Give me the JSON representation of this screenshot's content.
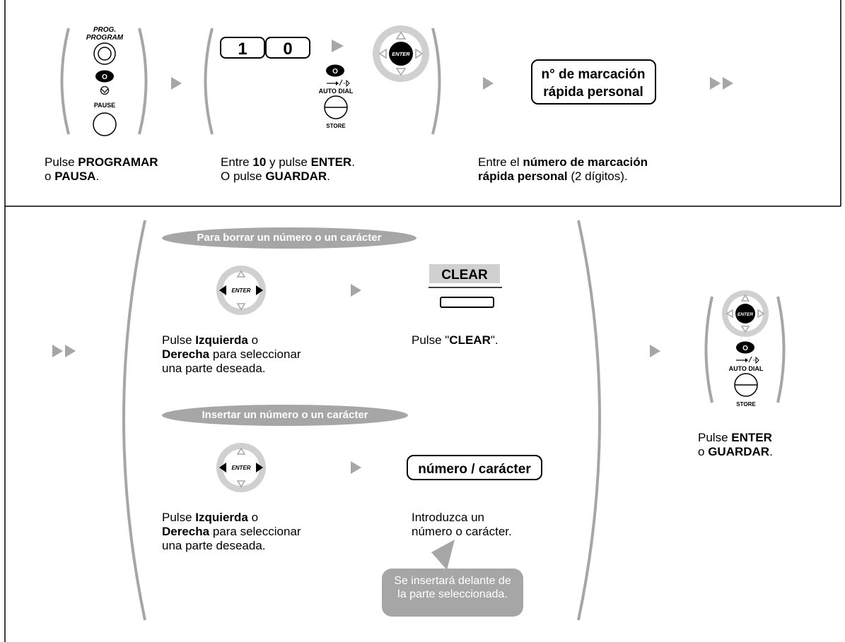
{
  "step1": {
    "key_label_prog": "PROG.",
    "key_label_program": "PROGRAM",
    "key_label_o": "O",
    "key_label_pause": "PAUSE",
    "caption_prefix": "Pulse ",
    "caption_bold1": "PROGRAMAR",
    "caption_mid": "o ",
    "caption_bold2": "PAUSA",
    "caption_end": "."
  },
  "step2": {
    "digit1": "1",
    "digit2": "0",
    "key_label_o": "O",
    "auto_dial_label": "AUTO DIAL",
    "store_label": "STORE",
    "enter_label": "ENTER",
    "caption_line1_prefix": "Entre ",
    "caption_line1_bold1": "10",
    "caption_line1_mid": " y pulse ",
    "caption_line1_bold2": "ENTER",
    "caption_line1_end": ".",
    "caption_line2_prefix": "O pulse ",
    "caption_line2_bold": "GUARDAR",
    "caption_line2_end": "."
  },
  "step3": {
    "box_line1": "n° de marcación",
    "box_line2": "rápida personal",
    "caption_prefix": "Entre el ",
    "caption_bold1": "número de marcación",
    "caption_bold2": "rápida personal",
    "caption_end": " (2 dígitos)."
  },
  "clear_section": {
    "header": "Para borrar un número o un carácter",
    "enter_label": "ENTER",
    "clear_softkey": "CLEAR",
    "left_caption_bold1": "Izquierda",
    "left_caption_prefix": "Pulse ",
    "left_caption_end1": " o",
    "left_caption_bold2": "Derecha",
    "left_caption_end2": " para seleccionar",
    "left_caption_line3": "una parte deseada.",
    "right_caption_prefix": "Pulse \"",
    "right_caption_bold": "CLEAR",
    "right_caption_end": "\"."
  },
  "insert_section": {
    "header": "Insertar un número o un carácter",
    "enter_label": "ENTER",
    "box_label": "número / carácter",
    "left_caption_prefix": "Pulse ",
    "left_caption_bold1": "Izquierda",
    "left_caption_end1": " o",
    "left_caption_bold2": "Derecha",
    "left_caption_end2": " para seleccionar",
    "left_caption_line3": "una parte deseada.",
    "right_caption_line1": "Introduzca un",
    "right_caption_line2": "número o carácter.",
    "bubble_line1": "Se insertará delante de",
    "bubble_line2": "la parte seleccionada."
  },
  "final_step": {
    "enter_label": "ENTER",
    "key_label_o": "O",
    "auto_dial_label": "AUTO DIAL",
    "store_label": "STORE",
    "caption_prefix": "Pulse ",
    "caption_bold1": "ENTER",
    "caption_mid": "o ",
    "caption_bold2": "GUARDAR",
    "caption_end": "."
  },
  "colors": {
    "gray": "#a6a6a6",
    "light_gray": "#d0d0d0",
    "black": "#000000"
  }
}
